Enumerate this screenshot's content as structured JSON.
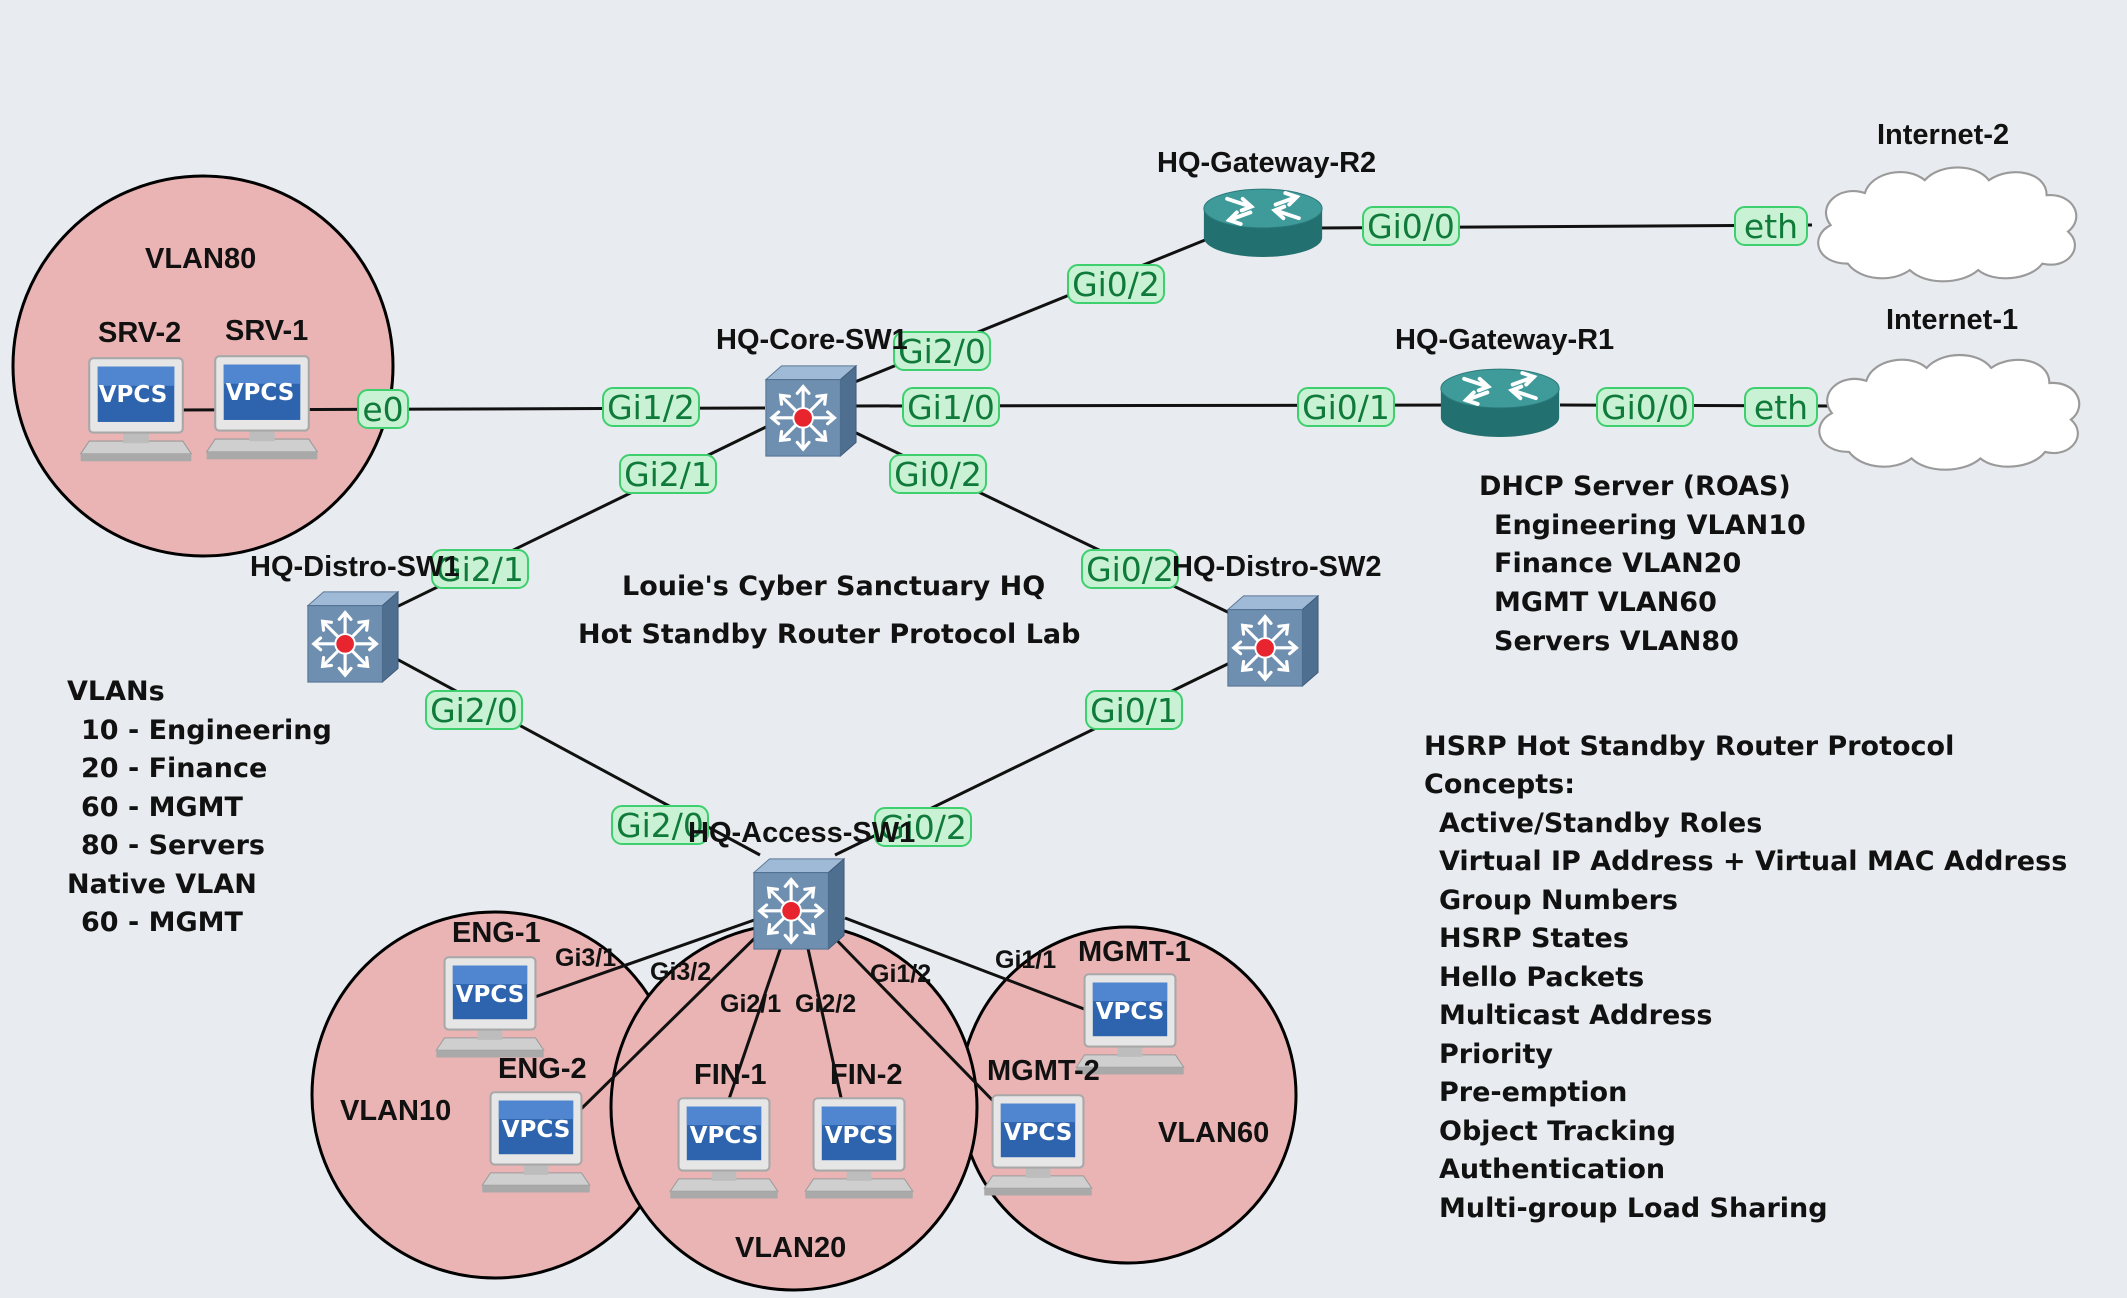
{
  "title_lines": [
    "Louie's Cyber Sanctuary HQ",
    "Hot Standby Router Protocol Lab"
  ],
  "colors": {
    "background": "#e8ebef",
    "zone_fill": "#ebb4b4",
    "port_fill": "#c9f2d4",
    "port_stroke": "#3ecf6e",
    "router": "#2f8a8c",
    "switch": "#6f8fb0"
  },
  "zones": {
    "vlan80": "VLAN80",
    "vlan10": "VLAN10",
    "vlan20": "VLAN20",
    "vlan60": "VLAN60"
  },
  "devices": {
    "core_sw1": "HQ-Core-SW1",
    "distro_sw1": "HQ-Distro-SW1",
    "distro_sw2": "HQ-Distro-SW2",
    "access_sw1": "HQ-Access-SW1",
    "gateway_r1": "HQ-Gateway-R1",
    "gateway_r2": "HQ-Gateway-R2",
    "internet1": "Internet-1",
    "internet2": "Internet-2",
    "srv1": "SRV-1",
    "srv2": "SRV-2",
    "eng1": "ENG-1",
    "eng2": "ENG-2",
    "fin1": "FIN-1",
    "fin2": "FIN-2",
    "mgmt1": "MGMT-1",
    "mgmt2": "MGMT-2",
    "vpcs_text": "VPCS"
  },
  "ports": {
    "srv_e0": "e0",
    "core_gi1_2": "Gi1/2",
    "core_gi2_0": "Gi2/0",
    "core_gi1_0": "Gi1/0",
    "core_gi2_1": "Gi2/1",
    "core_gi0_2": "Gi0/2",
    "r2_gi0_2": "Gi0/2",
    "r2_gi0_0": "Gi0/0",
    "internet2_eth": "eth",
    "r1_gi0_1": "Gi0/1",
    "r1_gi0_0": "Gi0/0",
    "internet1_eth": "eth",
    "distro1_gi2_1": "Gi2/1",
    "distro1_gi2_0": "Gi2/0",
    "distro2_gi0_2": "Gi0/2",
    "distro2_gi0_1": "Gi0/1",
    "access_gi2_0": "Gi2/0",
    "access_gi0_2": "Gi0/2",
    "access_gi3_1": "Gi3/1",
    "access_gi3_2": "Gi3/2",
    "access_gi2_1": "Gi2/1",
    "access_gi2_2": "Gi2/2",
    "access_gi1_2": "Gi1/2",
    "access_gi1_1": "Gi1/1"
  },
  "dhcp_notes": [
    "DHCP Server (ROAS)",
    "Engineering VLAN10",
    "Finance VLAN20",
    "MGMT VLAN60",
    "Servers VLAN80"
  ],
  "vlan_notes": [
    "VLANs",
    "10 - Engineering",
    "20 - Finance",
    "60 - MGMT",
    "80 - Servers",
    "Native VLAN",
    "60 - MGMT"
  ],
  "hsrp_notes": [
    "HSRP Hot Standby Router Protocol",
    "Concepts:",
    "Active/Standby Roles",
    "Virtual IP Address + Virtual MAC Address",
    "Group Numbers",
    "HSRP States",
    "Hello Packets",
    "Multicast Address",
    "Priority",
    "Pre-emption",
    "Object Tracking",
    "Authentication",
    "Multi-group Load Sharing"
  ]
}
